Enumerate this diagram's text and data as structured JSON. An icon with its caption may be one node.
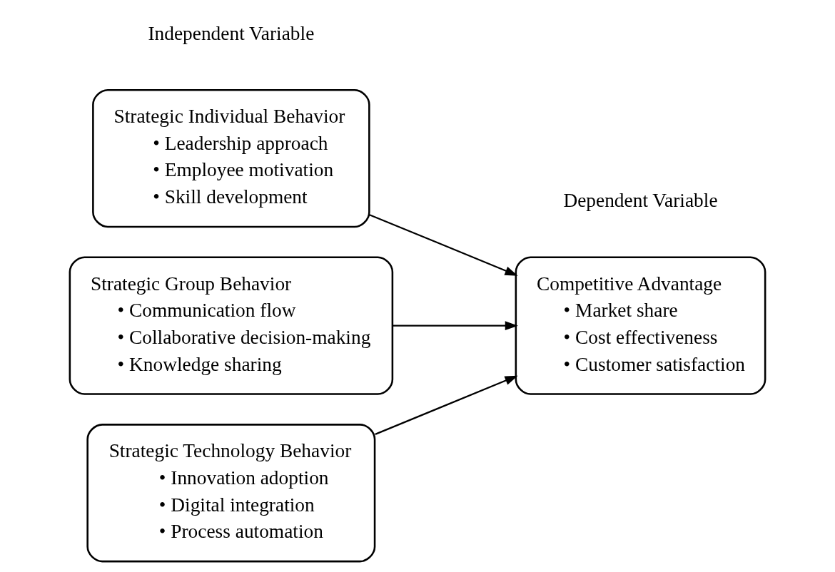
{
  "diagram": {
    "nodes": [
      {
        "text": [
          "Strategic Individual Behavior",
          "• Leadership approach",
          "• Employee motivation",
          "• Skill development"
        ]
      },
      {
        "text": [
          "Strategic Group Behavior",
          "• Communication flow",
          "• Collaborative decision-making",
          "• Knowledge sharing"
        ]
      },
      {
        "text": [
          "Strategic Technology Behavior",
          "• Innovation adoption",
          "• Digital integration",
          "• Process automation"
        ]
      },
      {
        "text": [
          "Competitive Advantage",
          "• Market share",
          "• Cost effectiveness",
          "• Customer satisfaction"
        ]
      }
    ],
    "edges": [
      {
        "from": 0,
        "to": 3,
        "arrow": "to"
      },
      {
        "from": 1,
        "to": 3,
        "arrow": "to"
      },
      {
        "from": 2,
        "to": 3,
        "arrow": "to"
      }
    ],
    "labels": [
      "Independent Variable",
      "Dependent Variable"
    ]
  }
}
